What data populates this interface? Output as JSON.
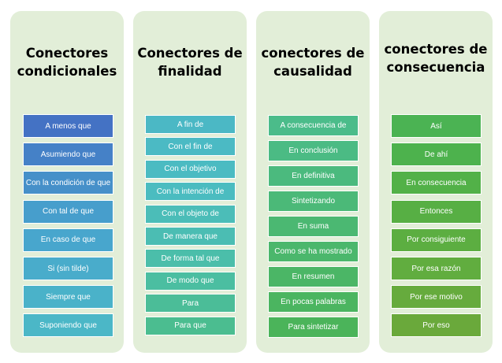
{
  "columns": [
    {
      "title": "Conectores condicionales",
      "items": [
        {
          "label": "A menos que",
          "color": "#4472c4"
        },
        {
          "label": "Asumiendo que",
          "color": "#4581c7"
        },
        {
          "label": "Con la condición de que",
          "color": "#4690c9"
        },
        {
          "label": "Con tal de que",
          "color": "#479ecc"
        },
        {
          "label": "En caso de que",
          "color": "#48a6cd"
        },
        {
          "label": "Si (sin tilde)",
          "color": "#49accb"
        },
        {
          "label": "Siempre que",
          "color": "#4ab2c9"
        },
        {
          "label": "Suponiendo que",
          "color": "#4bb7c7"
        }
      ]
    },
    {
      "title": "Conectores de finalidad",
      "items": [
        {
          "label": "A fin de",
          "color": "#4bb8c5"
        },
        {
          "label": "Con el fin de",
          "color": "#4bbac4"
        },
        {
          "label": "Con el objetivo",
          "color": "#4bbbc2"
        },
        {
          "label": "Con la intención de",
          "color": "#4bbcc0"
        },
        {
          "label": "Con el objeto de",
          "color": "#4bbdb8"
        },
        {
          "label": "De manera que",
          "color": "#4bbdb3"
        },
        {
          "label": "De forma tal que",
          "color": "#4bbeaa"
        },
        {
          "label": "De modo que",
          "color": "#4bbea1"
        },
        {
          "label": "Para",
          "color": "#4bbd98"
        },
        {
          "label": "Para que",
          "color": "#4bbd90"
        }
      ]
    },
    {
      "title": "conectores de causalidad",
      "items": [
        {
          "label": "A consecuencia de",
          "color": "#4bbc8a"
        },
        {
          "label": "En conclusión",
          "color": "#4bbb84"
        },
        {
          "label": "En definitiva",
          "color": "#4bba7e"
        },
        {
          "label": "Sintetizando",
          "color": "#4bb978"
        },
        {
          "label": "En suma",
          "color": "#4bb872"
        },
        {
          "label": "Como se ha mostrado",
          "color": "#4bb76c"
        },
        {
          "label": "En resumen",
          "color": "#4bb666"
        },
        {
          "label": "En pocas palabras",
          "color": "#4bb560"
        },
        {
          "label": "Para sintetizar",
          "color": "#4bb45a"
        }
      ]
    },
    {
      "title": "conectores de consecuencia",
      "items": [
        {
          "label": "Así",
          "color": "#4bb353"
        },
        {
          "label": "De ahí",
          "color": "#4db24d"
        },
        {
          "label": "En consecuencia",
          "color": "#52b148"
        },
        {
          "label": "Entonces",
          "color": "#57af44"
        },
        {
          "label": "Por consiguiente",
          "color": "#5cae41"
        },
        {
          "label": "Por esa razón",
          "color": "#61ad3f"
        },
        {
          "label": "Por ese motivo",
          "color": "#66ab3d"
        },
        {
          "label": "Por eso",
          "color": "#6aa93b"
        }
      ]
    }
  ]
}
